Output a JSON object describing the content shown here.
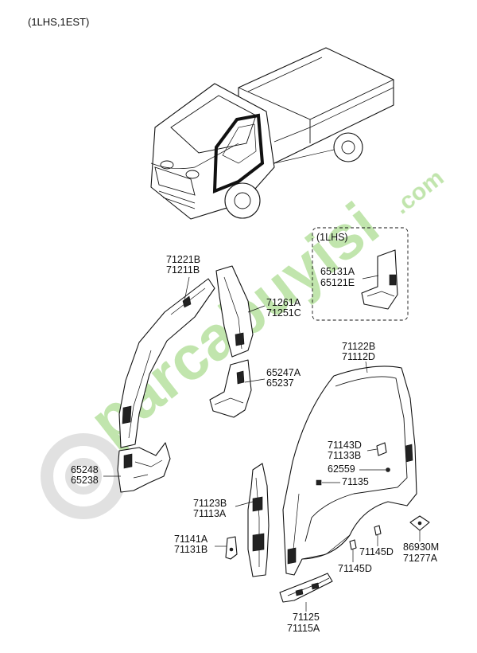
{
  "header": {
    "variant": "(1LHS,1EST)"
  },
  "inset": {
    "title": "(1LHS)",
    "labels": [
      "65131A",
      "65121E"
    ]
  },
  "callouts": {
    "c71221": [
      "71221B",
      "71211B"
    ],
    "c71261": [
      "71261A",
      "71251C"
    ],
    "c65247": [
      "65247A",
      "65237"
    ],
    "c65248": [
      "65248",
      "65238"
    ],
    "c71122": [
      "71122B",
      "71112D"
    ],
    "c71143": [
      "71143D",
      "71133B"
    ],
    "c62559": [
      "62559"
    ],
    "c71135": [
      "71135"
    ],
    "c71123": [
      "71123B",
      "71113A"
    ],
    "c71141": [
      "71141A",
      "71131B"
    ],
    "c71145a": [
      "71145D"
    ],
    "c71145b": [
      "71145D"
    ],
    "c86930": [
      "86930M",
      "71277A"
    ],
    "c71125": [
      "71125",
      "71115A"
    ]
  },
  "watermark": {
    "brand": "parcabuyisi",
    "domain": ".com",
    "color": "#9fc3e6",
    "accent": "#8fd06b"
  }
}
